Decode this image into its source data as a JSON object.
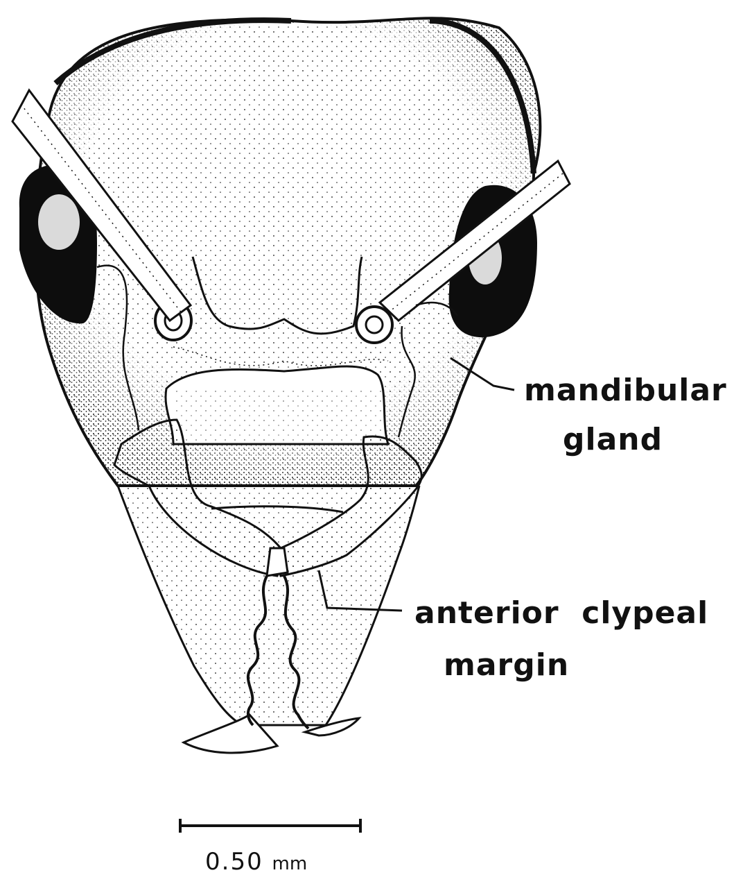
{
  "labels": {
    "mandibular_gland": [
      "mandibular",
      "gland"
    ],
    "anterior_clypeal_margin": [
      "anterior  clypeal",
      "margin"
    ]
  },
  "scale_bar": {
    "value": "0.50",
    "unit": "mm"
  },
  "colors": {
    "ink": "#111111",
    "background": "#ffffff"
  }
}
